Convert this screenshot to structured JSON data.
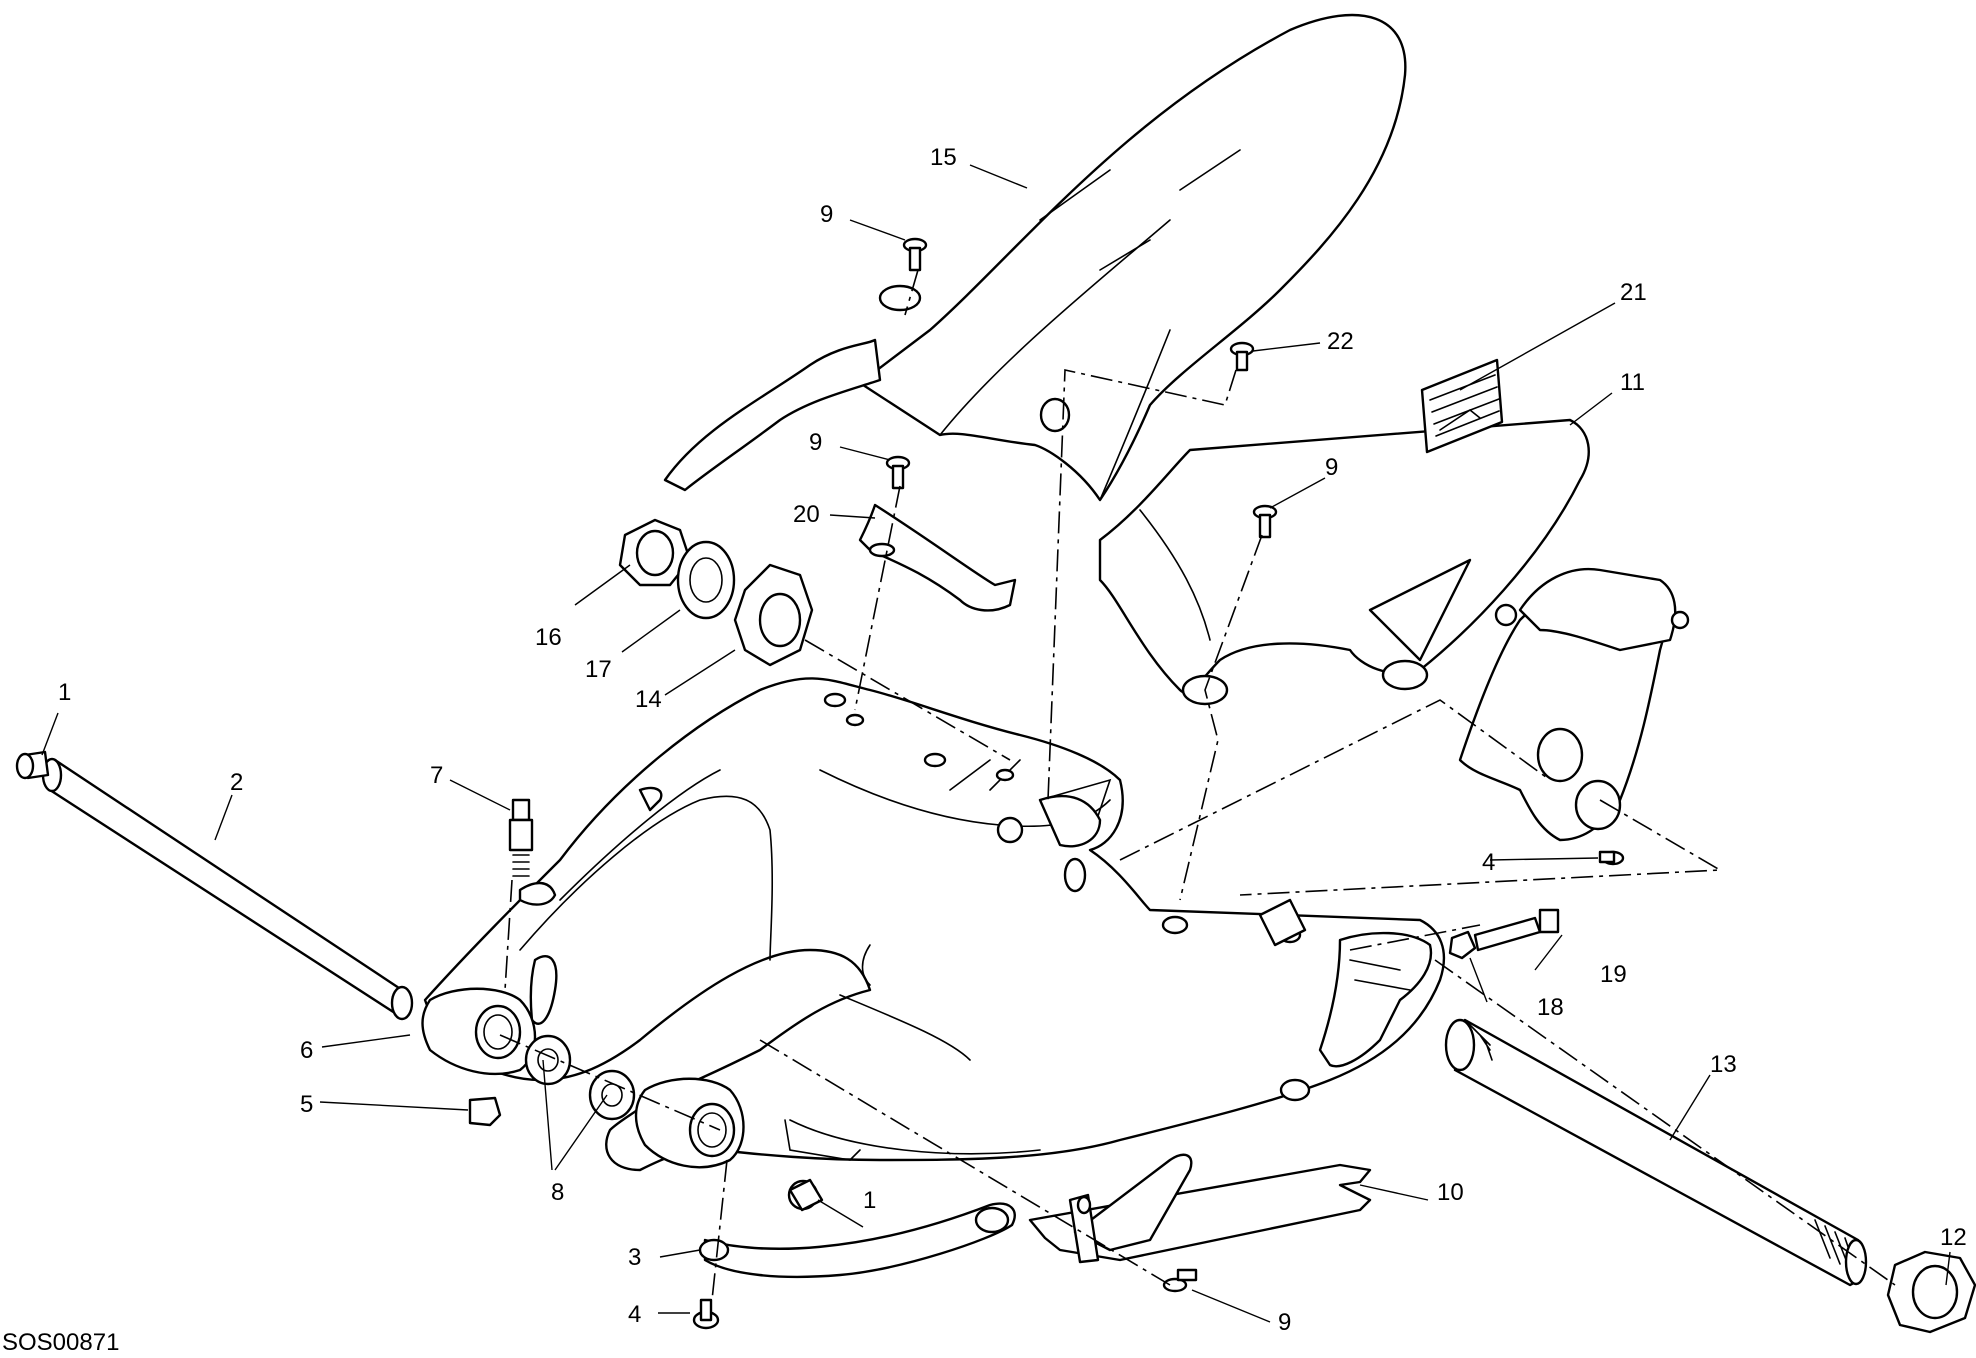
{
  "drawing_code": "SOS00871",
  "callouts": {
    "c1a": "1",
    "c1b": "1",
    "c2": "2",
    "c3": "3",
    "c4a": "4",
    "c4b": "4",
    "c5": "5",
    "c6": "6",
    "c7": "7",
    "c8": "8",
    "c9a": "9",
    "c9b": "9",
    "c9c": "9",
    "c9d": "9",
    "c10": "10",
    "c11": "11",
    "c12": "12",
    "c13": "13",
    "c14": "14",
    "c15": "15",
    "c16": "16",
    "c17": "17",
    "c18": "18",
    "c19": "19",
    "c20": "20",
    "c21": "21",
    "c22": "22"
  }
}
